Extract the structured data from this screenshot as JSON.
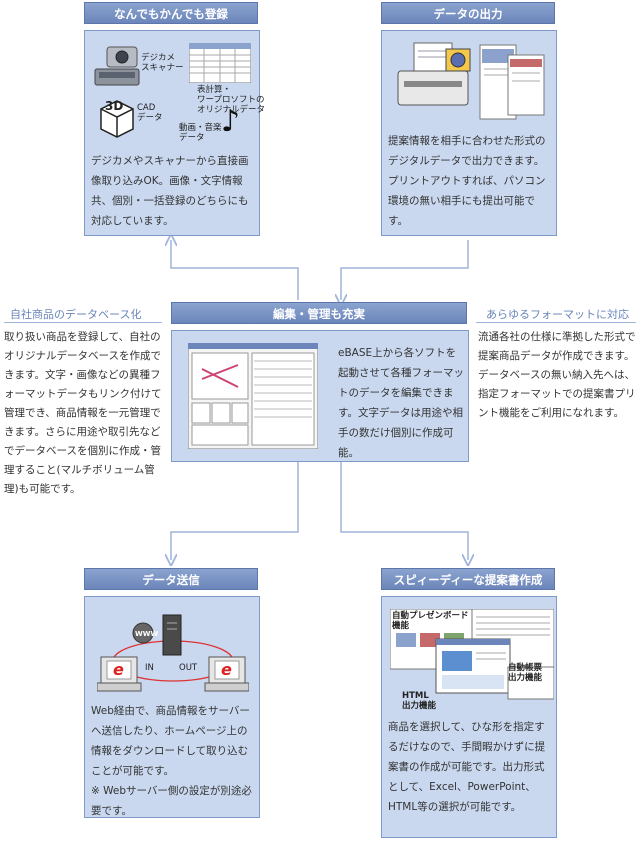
{
  "top_left": {
    "title": "なんでもかんでも登録",
    "labels": {
      "camera": "デジカメ\nスキャナー",
      "table": "表計算・\nワープロソフトの\nオリジナルデータ",
      "cad": "CAD\nデータ",
      "media": "動画・音楽\nデータ",
      "cube": "3D"
    },
    "text": "デジカメやスキャナーから直接画像取り込みOK。画像・文字情報共、個別・一括登録のどちらにも対応しています。"
  },
  "top_right": {
    "title": "データの出力",
    "text": "提案情報を相手に合わせた形式のデジタルデータで出力できます。プリントアウトすれば、パソコン環境の無い相手にも提出可能です。"
  },
  "center": {
    "title": "編集・管理も充実",
    "text": "eBASE上から各ソフトを起動させて各種フォーマットのデータを編集できます。文字データは用途や相手の数だけ個別に作成可能。"
  },
  "left_side": {
    "title": "自社商品のデータベース化",
    "text": "取り扱い商品を登録して、自社のオリジナルデータベースを作成できます。文字・画像などの異種フォーマットデータもリンク付けて管理でき、商品情報を一元管理できます。さらに用途や取引先などでデータベースを個別に作成・管理すること(マルチボリューム管理)も可能です。"
  },
  "right_side": {
    "title": "あらゆるフォーマットに対応",
    "text": "流通各社の仕様に準拠した形式で提案商品データが作成できます。データベースの無い納入先へは、指定フォーマットでの提案書プリント機能をご利用になれます。"
  },
  "bottom_left": {
    "title": "データ送信",
    "labels": {
      "www": "WWW",
      "in": "IN",
      "out": "OUT",
      "e1": "e",
      "e2": "e"
    },
    "text": "Web経由で、商品情報をサーバーへ送信したり、ホームページ上の情報をダウンロードして取り込むことが可能です。\n※ Webサーバー側の設定が別途必要です。"
  },
  "bottom_right": {
    "title": "スピィーディーな提案書作成",
    "labels": {
      "board": "自動プレゼンボード\n機能",
      "html": "HTML\n出力機能",
      "auto": "自動帳票\n出力機能"
    },
    "text": "商品を選択して、ひな形を指定するだけなので、手間暇かけずに提案書の作成が可能です。出力形式として、Excel、PowerPoint、HTML等の選択が可能です。"
  },
  "colors": {
    "header": "#7890c4",
    "box": "#c9d8ef",
    "arrow": "#9fb4da",
    "accent": "#6b86bb"
  }
}
